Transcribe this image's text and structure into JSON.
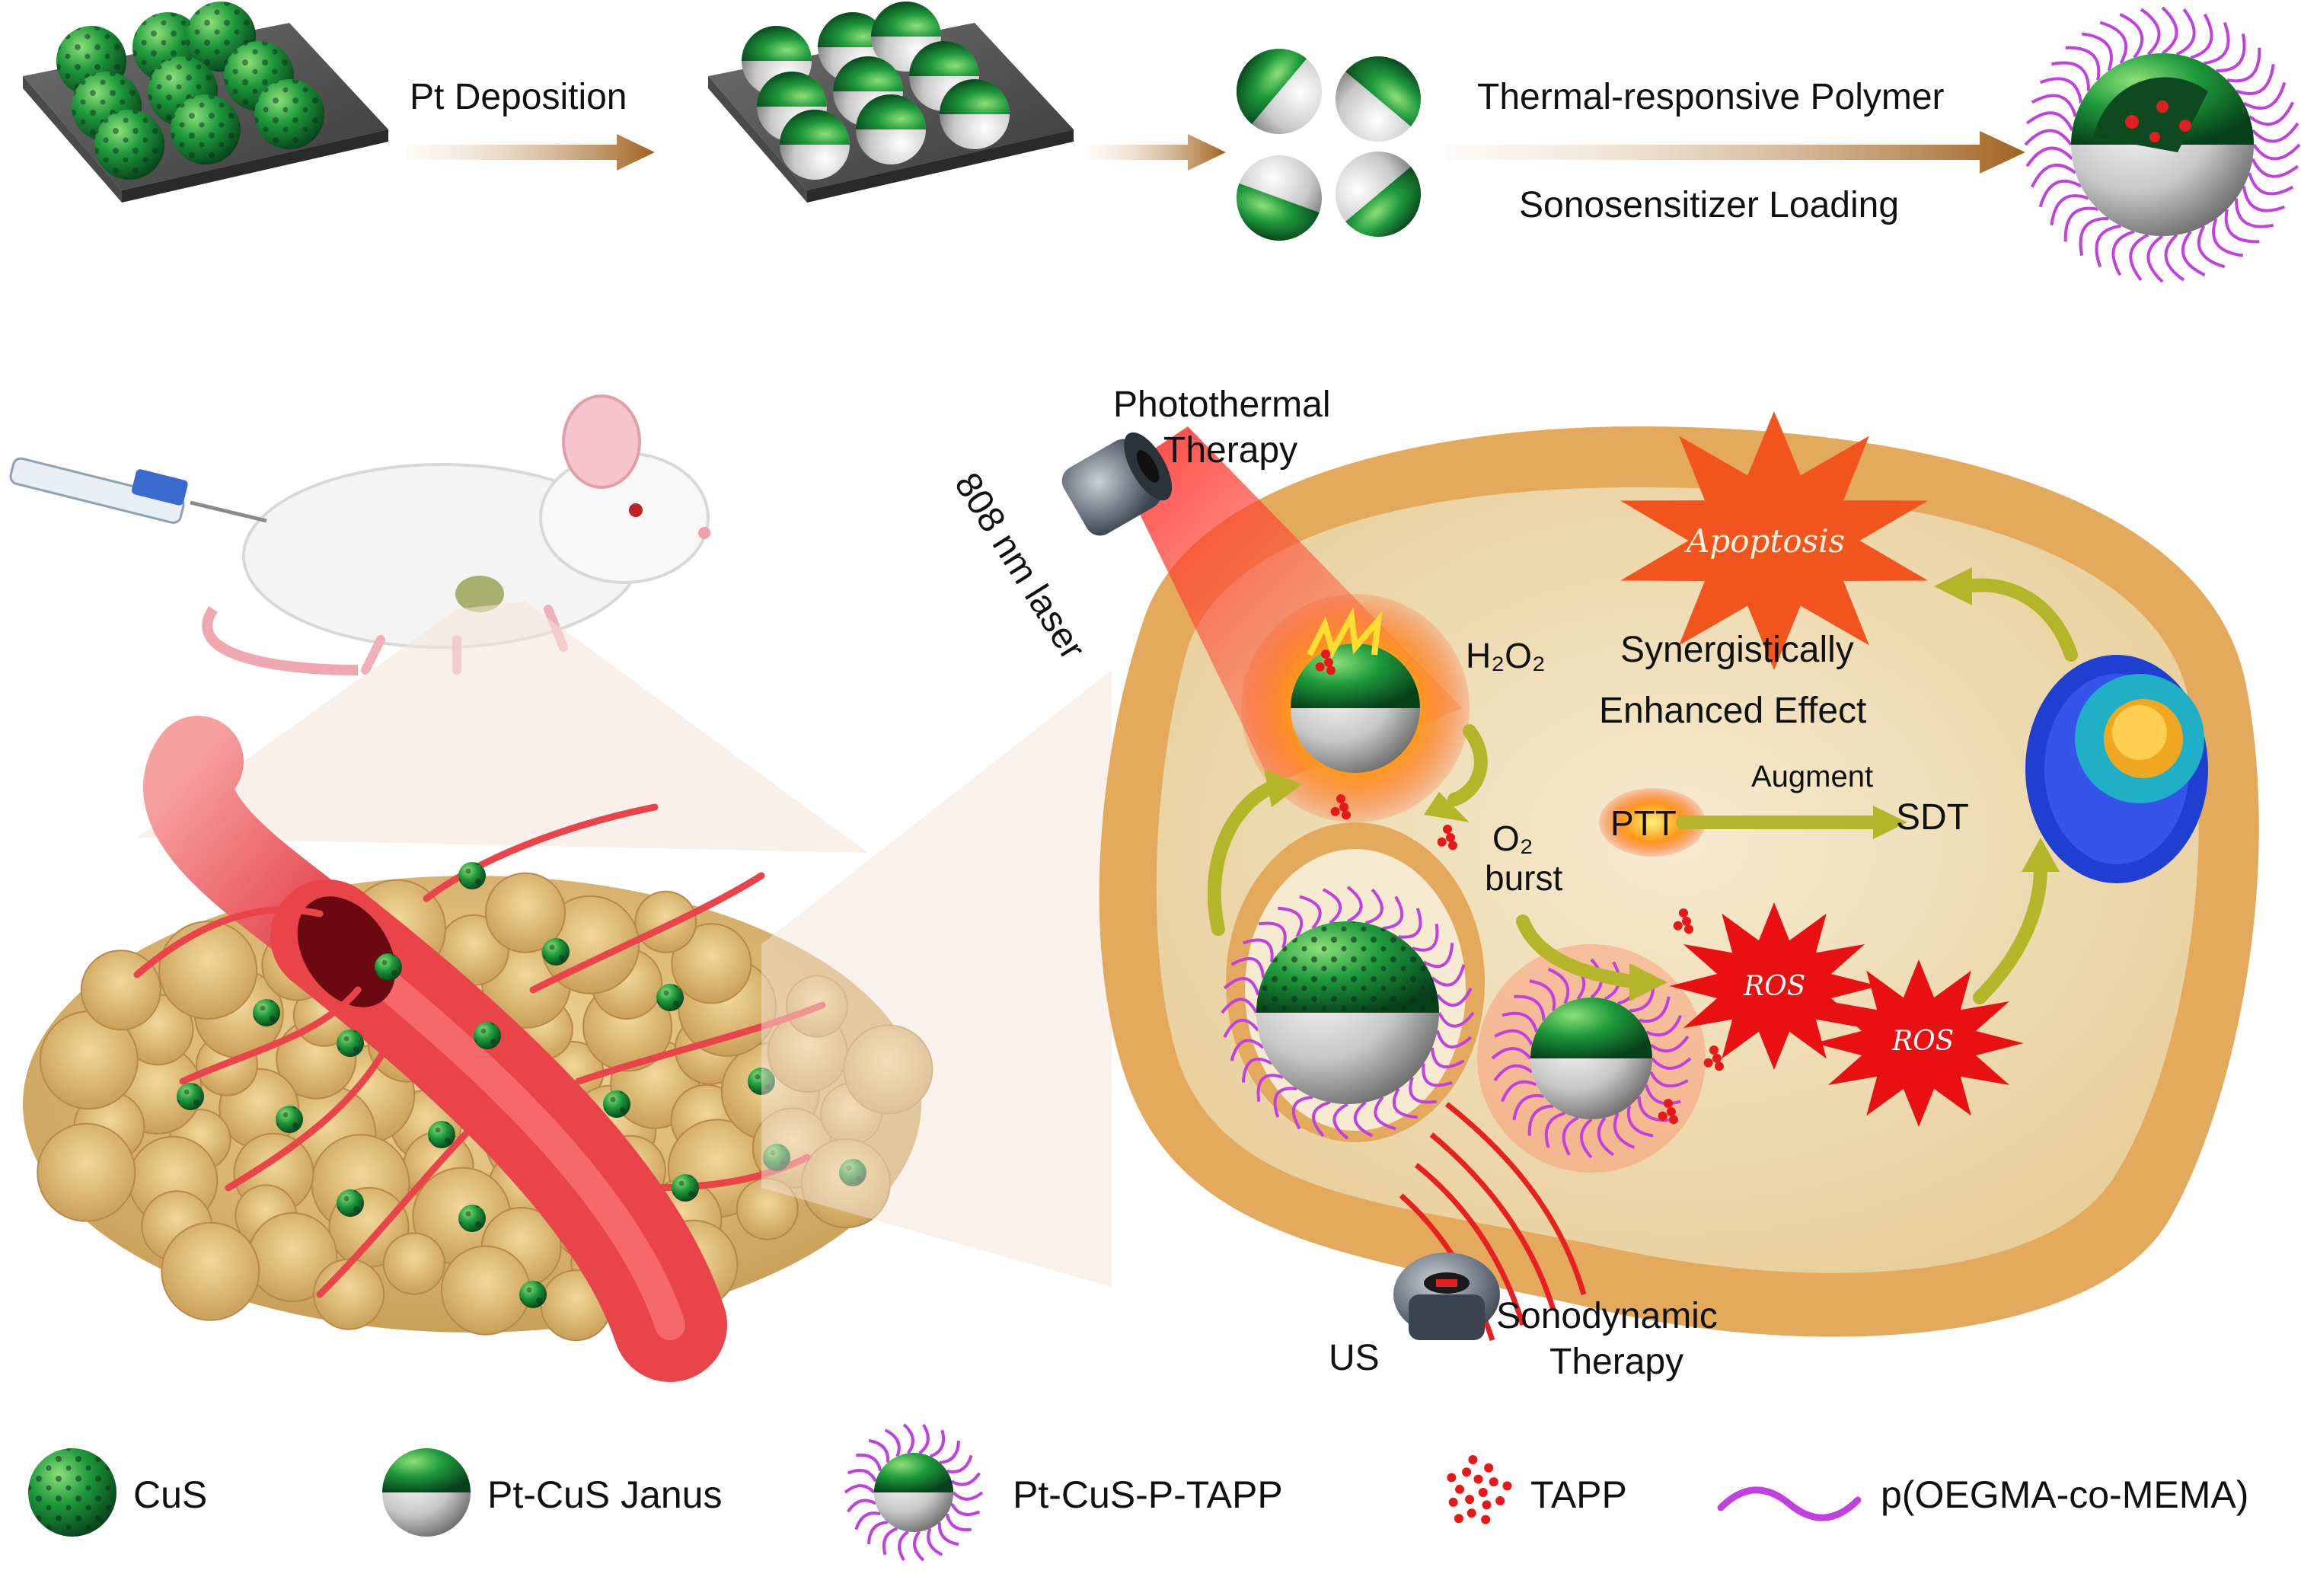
{
  "top_row": {
    "step1_label": "Pt Deposition",
    "step3_label_top": "Thermal-responsive Polymer",
    "step3_label_bottom": "Sonosensitizer Loading"
  },
  "cell": {
    "laser_title_line1": "Photothermal",
    "laser_title_line2": "Therapy",
    "laser_wavelength": "808 nm laser",
    "apoptosis": "Apoptosis",
    "synergy_line1": "Synergistically",
    "synergy_line2": "Enhanced Effect",
    "h2o2": "H₂O₂",
    "o2": "O₂",
    "burst": "burst",
    "ptt": "PTT",
    "augment": "Augment",
    "sdt": "SDT",
    "ros_1": "ROS",
    "ros_2": "ROS",
    "us": "US",
    "sono_line1": "Sonodynamic",
    "sono_line2": "Therapy"
  },
  "legend": {
    "cus": "CuS",
    "janus": "Pt-CuS Janus",
    "p_tapp": "Pt-CuS-P-TAPP",
    "tapp": "TAPP",
    "polymer": "p(OEGMA-co-MEMA)"
  },
  "colors": {
    "cus_green": "#1f9a3c",
    "platinum": "#c8c8c8",
    "arrow_brown": "#a0621e",
    "arrow_olive": "#b5b52a",
    "polymer_magenta": "#c040e0",
    "ros_red": "#e81010",
    "apoptosis_orange": "#f2541e",
    "cell_tan": "#f0dcb0",
    "vessel_red": "#e8444a"
  }
}
